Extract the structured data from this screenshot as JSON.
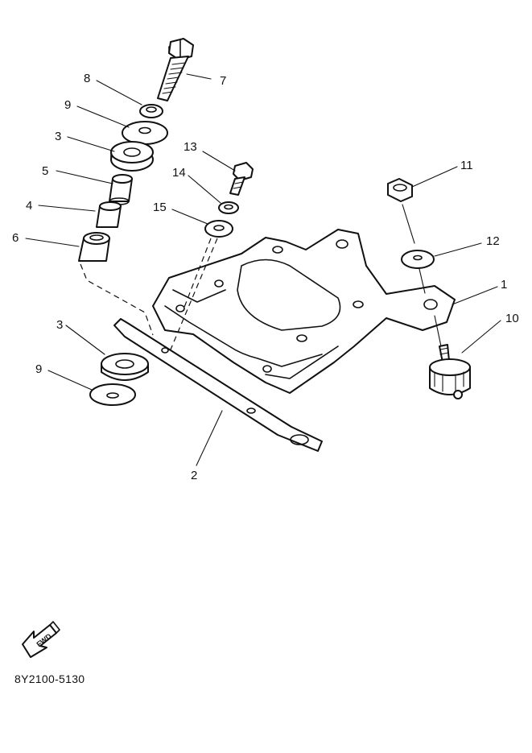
{
  "diagram": {
    "drawing_code": "8Y2100-5130",
    "fwd_label": "FWD",
    "callouts": [
      {
        "id": "c1",
        "text": "1"
      },
      {
        "id": "c2",
        "text": "2"
      },
      {
        "id": "c3a",
        "text": "3"
      },
      {
        "id": "c3b",
        "text": "3"
      },
      {
        "id": "c4",
        "text": "4"
      },
      {
        "id": "c5",
        "text": "5"
      },
      {
        "id": "c6",
        "text": "6"
      },
      {
        "id": "c7",
        "text": "7"
      },
      {
        "id": "c8",
        "text": "8"
      },
      {
        "id": "c9a",
        "text": "9"
      },
      {
        "id": "c9b",
        "text": "9"
      },
      {
        "id": "c10",
        "text": "10"
      },
      {
        "id": "c11",
        "text": "11"
      },
      {
        "id": "c12",
        "text": "12"
      },
      {
        "id": "c13",
        "text": "13"
      },
      {
        "id": "c14",
        "text": "14"
      },
      {
        "id": "c15",
        "text": "15"
      }
    ]
  }
}
